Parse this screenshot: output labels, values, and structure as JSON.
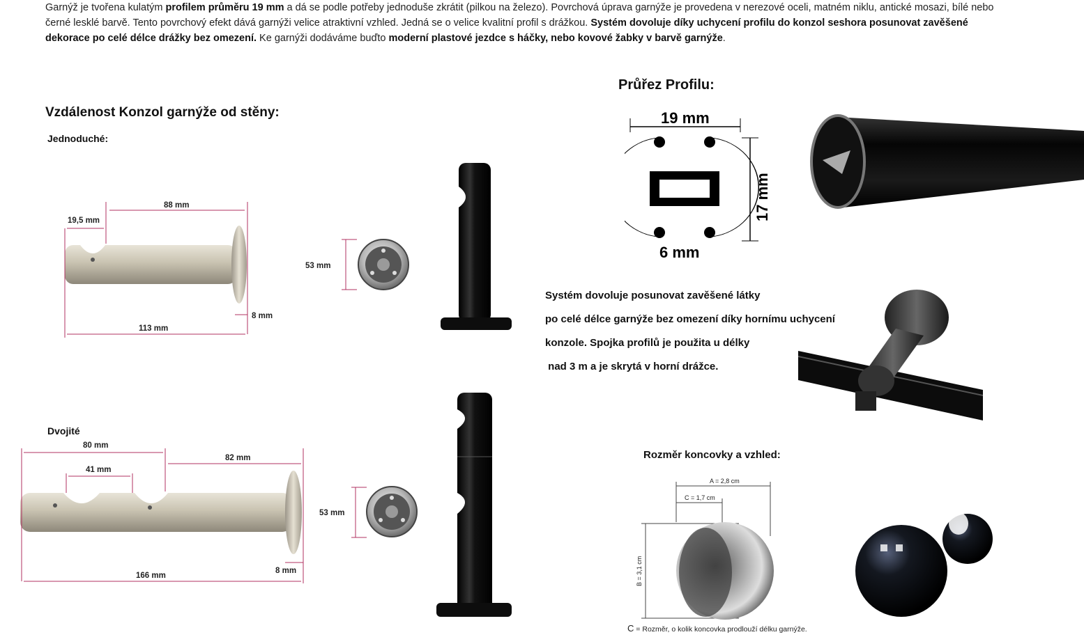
{
  "intro": {
    "p1": "Garnýž je tvořena kulatým ",
    "b1": "profilem průměru 19 mm",
    "p2": " a dá se podle potřeby jednoduše zkrátit (pilkou na železo). Povrchová úprava garnýže je provedena v nerezové oceli, matném niklu, antické mosazi, bílé nebo černé lesklé barvě. Tento povrchový efekt dává garnýži velice atraktivní vzhled. Jedná se o velice kvalitní profil s drážkou. ",
    "b2": "Systém dovoluje díky uchycení profilu do konzol seshora posunovat zavěšené dekorace po celé délce drážky bez omezení.",
    "p3": " Ke garnýži dodáváme buďto ",
    "b3": "moderní plastové jezdce s háčky, nebo kovové žabky v barvě garnýže",
    "p4": "."
  },
  "left": {
    "heading": "Vzdálenost Konzol garnýže od stěny:",
    "single": {
      "label": "Jednoduché:",
      "dims": {
        "hook": "19,5 mm",
        "rod": "88 mm",
        "total": "113 mm",
        "plate": "8 mm",
        "diameter": "53 mm"
      }
    },
    "double": {
      "label": "Dvojité",
      "dims": {
        "first": "80 mm",
        "hook_gap": "41 mm",
        "rod": "82 mm",
        "total": "166 mm",
        "plate": "8 mm",
        "diameter": "53 mm"
      }
    }
  },
  "right": {
    "profile_heading": "Průřez Profilu:",
    "profile_dims": {
      "width": "19 mm",
      "height": "17 mm",
      "slot": "6 mm"
    },
    "system_lines": [
      "Systém dovoluje posunovat zavěšené látky",
      "po celé délce garnýže bez omezení díky hornímu uchycení",
      "konzole. Spojka profilů je použita u délky",
      " nad 3 m a je skrytá v horní drážce."
    ],
    "endcap_heading": "Rozměr koncovky a vzhled:",
    "endcap_dims": {
      "a": "A = 2,8 cm",
      "c": "C = 1,7 cm",
      "b": "B = 3,1 cm"
    },
    "caption_letter": "C",
    "caption_text": " = Rozměr, o kolik koncovka prodlouží délku garnýže."
  },
  "colors": {
    "dim_line": "#b03060",
    "nickel": "#cfc9b8",
    "black": "#0d0d0d"
  }
}
